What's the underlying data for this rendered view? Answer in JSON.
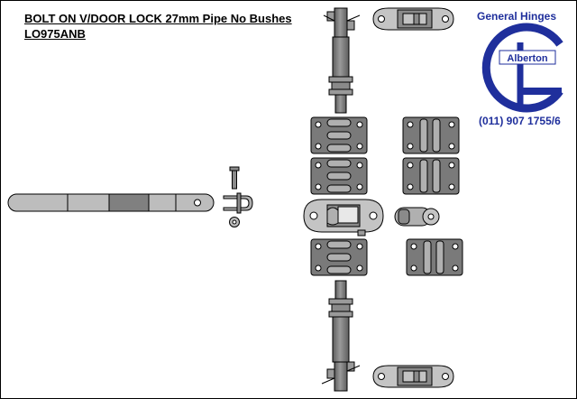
{
  "title": {
    "line1": "BOLT ON V/DOOR LOCK 27mm Pipe No Bushes",
    "line2": "LO975ANB"
  },
  "logo": {
    "brand": "General Hinges",
    "location": "Alberton",
    "phone": "(011) 907 1755/6",
    "color": "#1f2f9c"
  },
  "colors": {
    "part_fill": "#7a7a7a",
    "part_light": "#bcbcbc",
    "outline": "#000000"
  }
}
